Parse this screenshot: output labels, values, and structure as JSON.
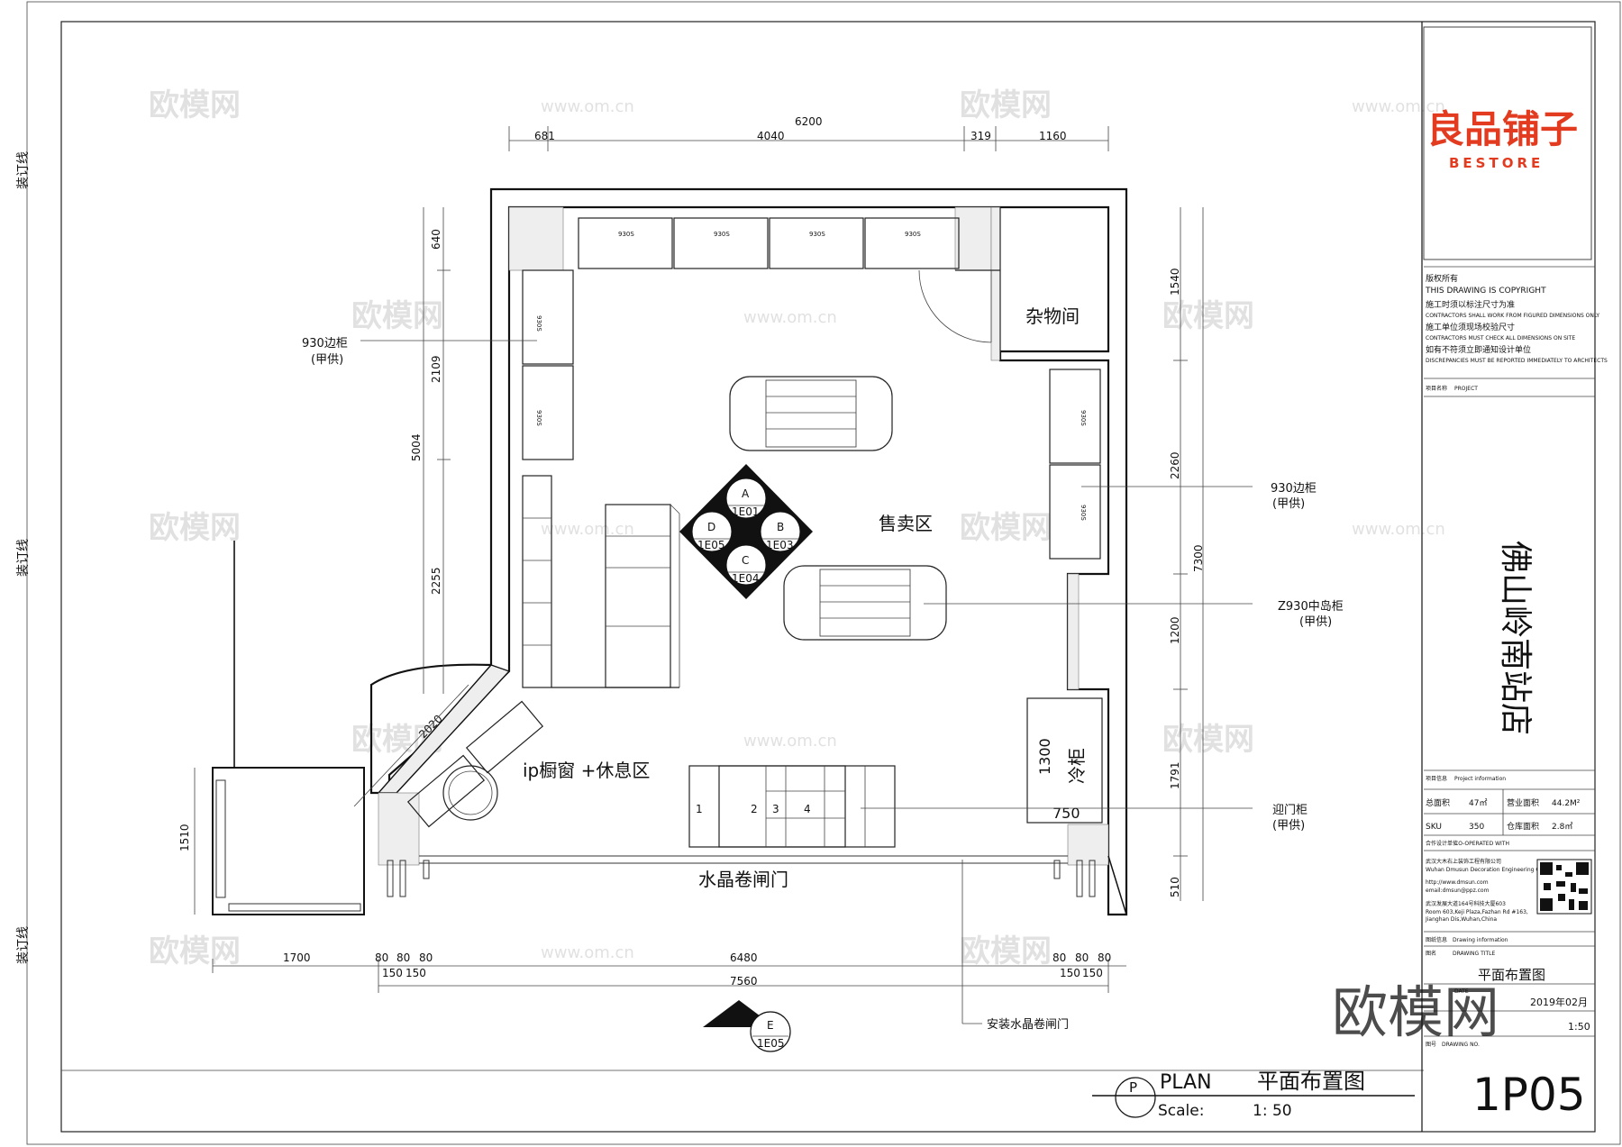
{
  "side_margin": {
    "binding_line_label": "装订线"
  },
  "watermark": {
    "cn": "欧模网",
    "url": "www.om.cn",
    "big": "欧模网"
  },
  "dimensions": {
    "top_total": "6200",
    "top_segments": [
      "681",
      "4040",
      "319",
      "1160"
    ],
    "left": [
      "640",
      "2109",
      "5004",
      "2255",
      "2020"
    ],
    "right": [
      "1540",
      "2260",
      "7300",
      "1200",
      "1791",
      "510"
    ],
    "left_small": "1510",
    "bottom_row1": [
      "1700",
      "80",
      "80",
      "80",
      "6480",
      "80",
      "80",
      "80"
    ],
    "bottom_row2": [
      "150",
      "150",
      "150",
      "150"
    ],
    "bottom_total": "7560",
    "cooler": [
      "1300",
      "750"
    ]
  },
  "rooms": {
    "storage": "杂物间",
    "sales": "售卖区",
    "window": "ip橱窗 +休息区",
    "cooler": "冷柜",
    "shutter": "水晶卷闸门"
  },
  "cabinet_labels": {
    "top": "930S",
    "left": "930S",
    "right": "930S"
  },
  "door_cabinet_numbers": [
    "1",
    "2",
    "3",
    "4"
  ],
  "elevations": [
    {
      "letter": "A",
      "code": "1E01"
    },
    {
      "letter": "B",
      "code": "1E03"
    },
    {
      "letter": "C",
      "code": "1E04"
    },
    {
      "letter": "D",
      "code": "1E05"
    },
    {
      "letter": "E",
      "code": "1E05"
    }
  ],
  "callouts": {
    "left_cabinet": "930边柜",
    "left_cabinet_sub": "(甲供)",
    "right_cabinet": "930边柜",
    "right_cabinet_sub": "(甲供)",
    "island": "Z930中岛柜",
    "island_sub": "(甲供)",
    "door_cabinet": "迎门柜",
    "door_cabinet_sub": "(甲供)",
    "shutter_note": "安装水晶卷闸门"
  },
  "title_block": {
    "brand_cn": "良品铺子",
    "brand_en": "BESTORE",
    "copyright_cn": "版权所有",
    "copyright_en": "THIS DRAWING IS COPYRIGHT",
    "note1_cn": "施工时须以标注尺寸为准",
    "note1_en": "CONTRACTORS SHALL WORK FROM FIGURED DIMENSIONS ONLY",
    "note2_cn": "施工单位须现场校验尺寸",
    "note2_en": "CONTRACTORS MUST CHECK ALL DIMENSIONS ON SITE",
    "note3_cn": "如有不符须立即通知设计单位",
    "note3_en": "DISCREPANCIES MUST BE REPORTED IMMEDIATELY TO ARCHITECTS",
    "project_label_cn": "项目名称",
    "project_label_en": "PROJECT",
    "project_name": "佛山岭南站店",
    "info_label_cn": "项目信息",
    "info_label_en": "Project information",
    "total_area_label": "总面积",
    "total_area": "47㎡",
    "business_area_label": "营业面积",
    "business_area": "44.2M²",
    "sku_label": "SKU",
    "sku": "350",
    "storage_area_label": "仓库面积",
    "storage_area": "2.8㎡",
    "coop_label_cn": "合作设计单位",
    "coop_label_en": "CO-OPERATED WITH",
    "company_cn": "武汉大木右上装饰工程有限公司",
    "company_en": "Wuhan Dmusun Decoration Engineering Co.,Ltd",
    "company_web": "http://www.dmsun.com",
    "company_email": "email:dmsun@ppz.com",
    "company_addr_cn": "武汉发展大道164号科技大厦603",
    "company_addr_en1": "Room 603,Keji Plaza,Fazhan Rd #163,",
    "company_addr_en2": "Jianghan Dis,Wuhan,China",
    "drawing_info_cn": "图纸信息",
    "drawing_info_en": "Drawing information",
    "title_label_cn": "图名",
    "title_label_en": "DRAWING TITLE",
    "drawing_title": "平面布置图",
    "date_label": "DATE",
    "date": "2019年02月",
    "scale_value": "1:50",
    "number_label_cn": "图号",
    "number_label_en": "DRAWING NO.",
    "drawing_no": "1P05"
  },
  "plan_label": {
    "symbol": "P",
    "plan_en": "PLAN",
    "plan_cn": "平面布置图",
    "scale_label": "Scale:",
    "scale": "1: 50"
  }
}
